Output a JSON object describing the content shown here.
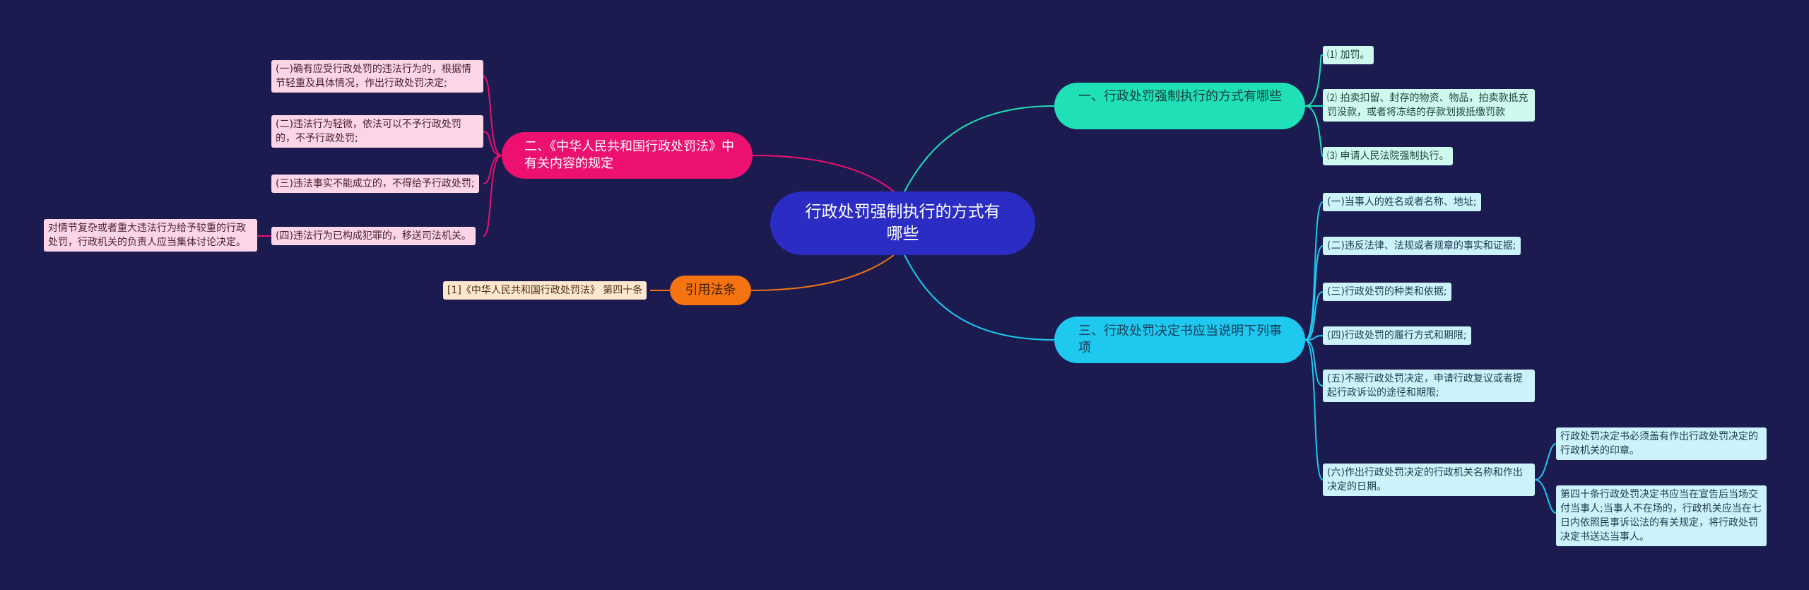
{
  "center": {
    "title": "行政处罚强制执行的方式有哪些"
  },
  "branch1": {
    "title": "一、行政处罚强制执行的方式有哪些",
    "items": [
      "⑴ 加罚。",
      "⑵ 拍卖扣留、封存的物资、物品，拍卖款抵充罚没款，或者将冻结的存款划拨抵缴罚款",
      "⑶ 申请人民法院强制执行。"
    ]
  },
  "branch2": {
    "title": "二、《中华人民共和国行政处罚法》中有关内容的规定",
    "items": [
      "(一)确有应受行政处罚的违法行为的，根据情节轻重及具体情况，作出行政处罚决定;",
      "(二)违法行为轻微，依法可以不予行政处罚的，不予行政处罚;",
      "(三)违法事实不能成立的，不得给予行政处罚;",
      "(四)违法行为已构成犯罪的，移送司法机关。"
    ],
    "note": "对情节复杂或者重大违法行为给予较重的行政处罚，行政机关的负责人应当集体讨论决定。"
  },
  "branch3": {
    "title": "三、行政处罚决定书应当说明下列事项",
    "items": [
      "(一)当事人的姓名或者名称、地址;",
      "(二)违反法律、法规或者规章的事实和证据;",
      "(三)行政处罚的种类和依据;",
      "(四)行政处罚的履行方式和期限;",
      "(五)不服行政处罚决定，申请行政复议或者提起行政诉讼的途径和期限;",
      "(六)作出行政处罚决定的行政机关名称和作出决定的日期。"
    ],
    "sub": [
      "行政处罚决定书必须盖有作出行政处罚决定的行政机关的印章。",
      "第四十条行政处罚决定书应当在宣告后当场交付当事人;当事人不在场的，行政机关应当在七日内依照民事诉讼法的有关规定，将行政处罚决定书送达当事人。"
    ]
  },
  "reference": {
    "title": "引用法条",
    "item": "[1]《中华人民共和国行政处罚法》 第四十条"
  },
  "colors": {
    "background": "#1b1b4f",
    "center": "#2a2cc4",
    "branch1": "#1fe0b6",
    "branch2": "#ec1071",
    "branch3": "#1ec8ef",
    "reference": "#f57411"
  }
}
